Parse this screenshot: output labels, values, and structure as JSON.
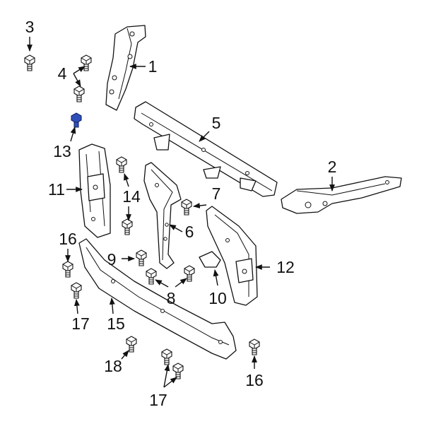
{
  "diagram": {
    "callouts": [
      {
        "id": "c3",
        "text": "3"
      },
      {
        "id": "c1",
        "text": "1"
      },
      {
        "id": "c4",
        "text": "4"
      },
      {
        "id": "c13",
        "text": "13"
      },
      {
        "id": "c5",
        "text": "5"
      },
      {
        "id": "c2",
        "text": "2"
      },
      {
        "id": "c11",
        "text": "11"
      },
      {
        "id": "c14",
        "text": "14"
      },
      {
        "id": "c7",
        "text": "7"
      },
      {
        "id": "c6",
        "text": "6"
      },
      {
        "id": "c16a",
        "text": "16"
      },
      {
        "id": "c9",
        "text": "9"
      },
      {
        "id": "c12",
        "text": "12"
      },
      {
        "id": "c8",
        "text": "8"
      },
      {
        "id": "c10",
        "text": "10"
      },
      {
        "id": "c17a",
        "text": "17"
      },
      {
        "id": "c15",
        "text": "15"
      },
      {
        "id": "c18",
        "text": "18"
      },
      {
        "id": "c16b",
        "text": "16"
      },
      {
        "id": "c17b",
        "text": "17"
      }
    ],
    "highlight_color": "#2f4fb8",
    "line_color": "#111111"
  }
}
